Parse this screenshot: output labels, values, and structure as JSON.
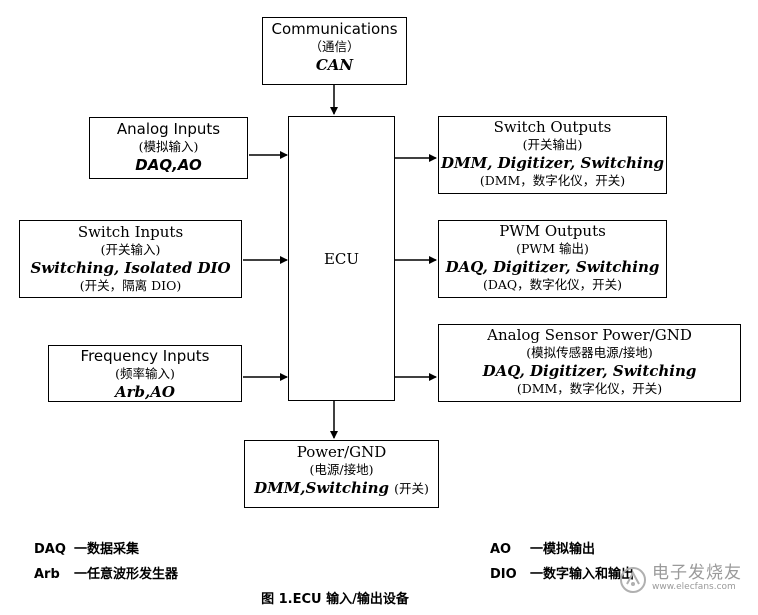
{
  "diagram": {
    "ecu_label": "ECU",
    "communications": {
      "title": "Communications",
      "sub": "（通信）",
      "bold": "CAN"
    },
    "analog_inputs": {
      "title": "Analog Inputs",
      "sub": "(模拟输入)",
      "bold": "DAQ,AO"
    },
    "switch_inputs": {
      "title": "Switch Inputs",
      "sub": "(开关输入)",
      "bold": "Switching, Isolated DIO",
      "note": "(开关，隔离 DIO)"
    },
    "frequency_inputs": {
      "title": "Frequency Inputs",
      "sub": "(频率输入)",
      "bold": "Arb,AO"
    },
    "switch_outputs": {
      "title": "Switch Outputs",
      "sub": "(开关输出)",
      "bold": "DMM, Digitizer, Switching",
      "note": "(DMM，数字化仪，开关)"
    },
    "pwm_outputs": {
      "title": "PWM Outputs",
      "sub": "(PWM 输出)",
      "bold": "DAQ, Digitizer, Switching",
      "note": "(DAQ，数字化仪，开关)"
    },
    "analog_sensor": {
      "title": "Analog Sensor Power/GND",
      "sub": "(模拟传感器电源/接地)",
      "bold": "DAQ, Digitizer, Switching",
      "note": "(DMM，数字化仪，开关)"
    },
    "power_gnd": {
      "title": "Power/GND",
      "sub": "(电源/接地)",
      "bold": "DMM,Switching",
      "note": "(开关)"
    }
  },
  "legend": [
    {
      "abbr": "DAQ",
      "desc": "一数据采集"
    },
    {
      "abbr": "Arb",
      "desc": "一任意波形发生器"
    },
    {
      "abbr": "AO",
      "desc": "一模拟输出"
    },
    {
      "abbr": "DIO",
      "desc": "一数字输入和输出"
    }
  ],
  "caption": "图 1.ECU 输入/输出设备",
  "watermark": {
    "main": "电子发烧友",
    "sub": "www.elecfans.com"
  }
}
